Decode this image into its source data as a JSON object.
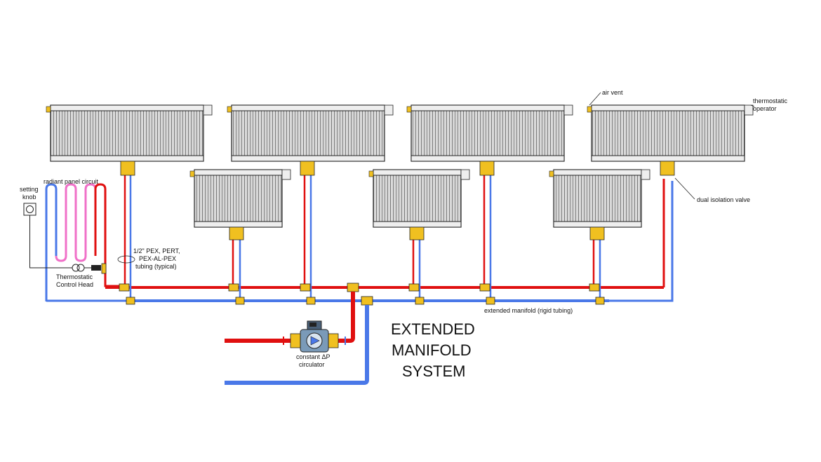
{
  "title_lines": [
    "EXTENDED",
    "MANIFOLD",
    "SYSTEM"
  ],
  "labels": {
    "air_vent": "air vent",
    "thermostatic_operator": [
      "thermostatic",
      "operator"
    ],
    "dual_isolation_valve": "dual isolation valve",
    "setting_knob": [
      "setting",
      "knob"
    ],
    "radiant_panel_circuit": "radiant panel circuit",
    "tubing_note": [
      "1/2\" PEX, PERT,",
      "PEX-AL-PEX",
      "tubing (typical)"
    ],
    "thermostatic_control_head": [
      "Thermostatic",
      "Control Head"
    ],
    "extended_manifold": "extended manifold (rigid tubing)",
    "circulator": [
      "constant ΔP",
      "circulator"
    ]
  },
  "colors": {
    "supply": "#e01010",
    "return": "#4a78e8",
    "radiant_loop": "#f070c8",
    "fitting": "#f0c020",
    "panel_fin": "#dcdcdc",
    "outline": "#222222"
  }
}
